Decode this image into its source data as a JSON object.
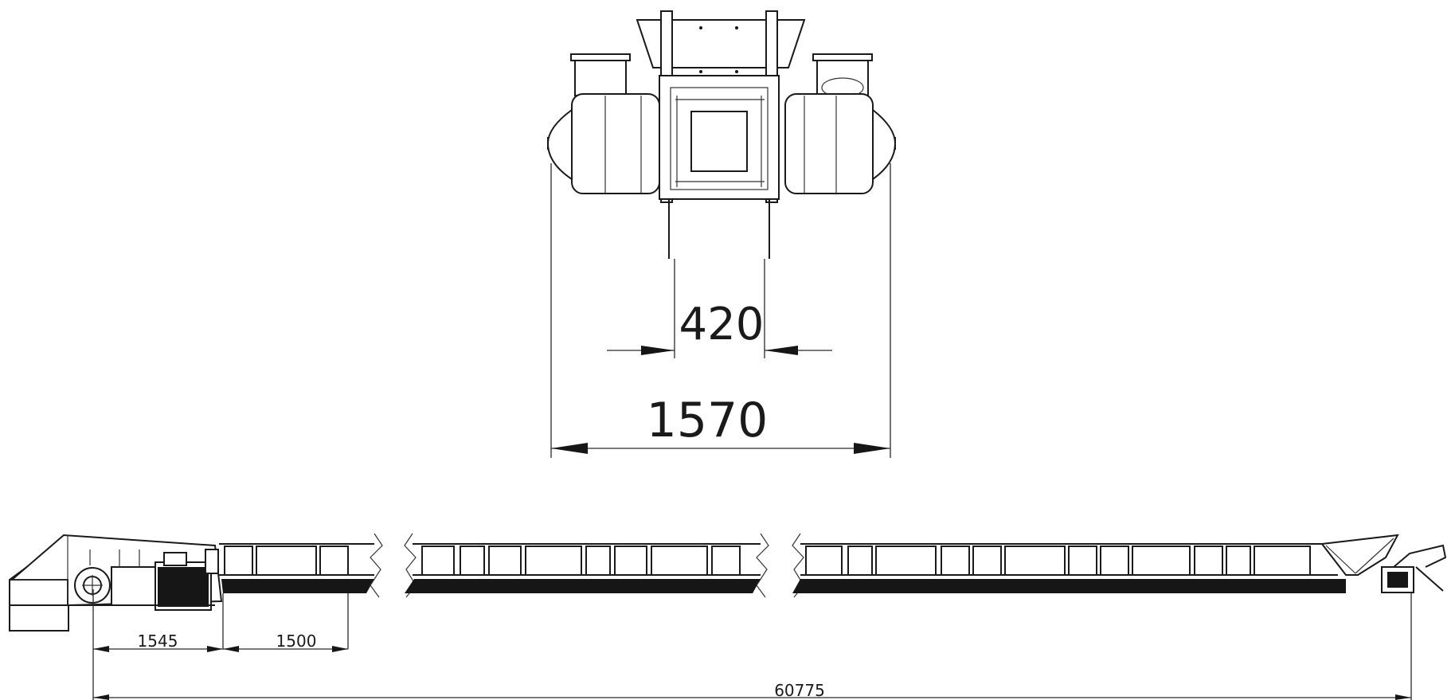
{
  "dimensions": {
    "inner_width": "420",
    "overall_width": "1570",
    "segment_a": "1545",
    "segment_b": "1500",
    "total_length": "60775"
  },
  "colors": {
    "line": "#1a1a1a",
    "background": "#ffffff"
  }
}
